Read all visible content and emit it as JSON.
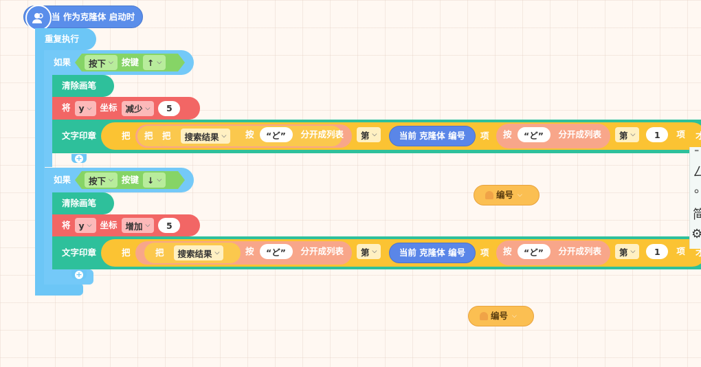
{
  "hat": {
    "label": "当 作为克隆体 启动时",
    "icon": "user-avatar-icon"
  },
  "loop": {
    "label": "重复执行"
  },
  "if_blocks": [
    {
      "label": "如果",
      "key_state": "按下",
      "key_label": "按键",
      "key": "↑"
    },
    {
      "label": "如果",
      "key_state": "按下",
      "key_label": "按键",
      "key": "↓"
    }
  ],
  "clear_pen": {
    "label": "清除画笔"
  },
  "set_coord": [
    {
      "label": "将",
      "axis": "y",
      "coord_label": "坐标",
      "op": "减少",
      "value": "5"
    },
    {
      "label": "将",
      "axis": "y",
      "coord_label": "坐标",
      "op": "增加",
      "value": "5"
    }
  ],
  "stamp_text": {
    "label": "文字印章",
    "ba": "把",
    "var": "搜索结果",
    "an": "按",
    "sep": "“ど”",
    "split": "分开成列表",
    "di": "第",
    "clone_no": "当前 克隆体 编号",
    "xiang": "项",
    "num": "1",
    "cut": "才"
  },
  "floating_vars": [
    {
      "label": "编号"
    },
    {
      "label": "编号"
    }
  ],
  "side_panel": {
    "glyphs": [
      "⁼",
      "ㄥ",
      "。",
      "简",
      "⚙"
    ]
  },
  "colors": {
    "hat": "#5a8eea",
    "control": "#6cc6f6",
    "pen": "#2ec09b",
    "motion": "#f26665",
    "operator": "#86d466",
    "list": "#fbc333",
    "string": "#f8a68a",
    "sensing": "#5a86e8",
    "variable": "#fbbf52"
  }
}
